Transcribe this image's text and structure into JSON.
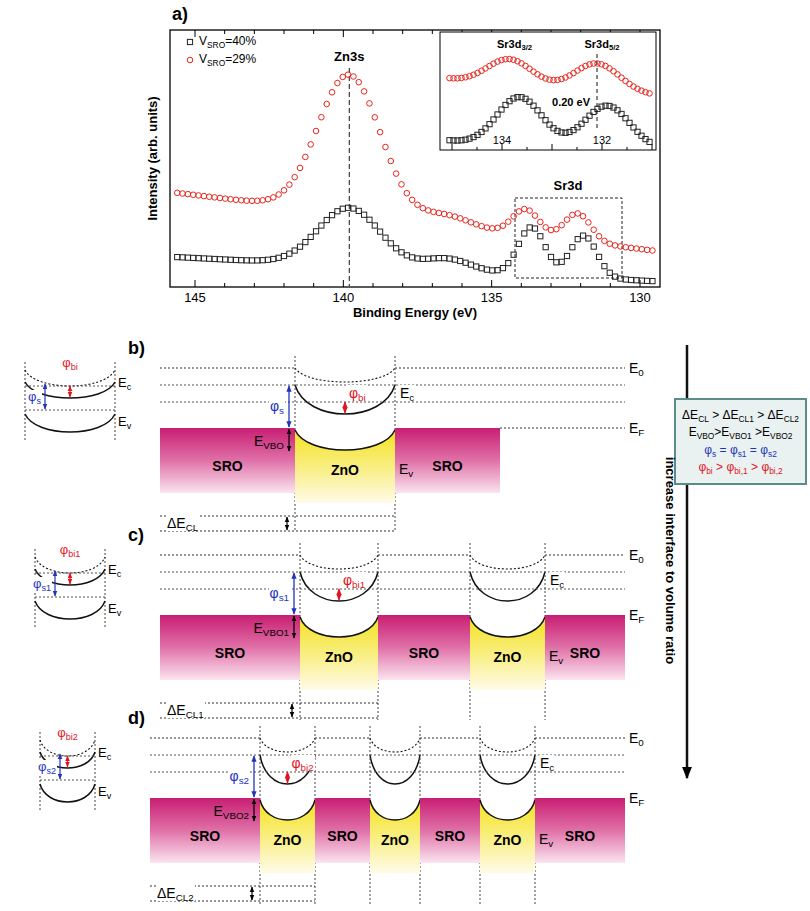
{
  "diagram": {
    "nodes": [
      {
        "text": [
          "SRO"
        ]
      },
      {
        "text": [
          "ZnO"
        ]
      },
      {
        "text": [
          "SRO"
        ]
      },
      {
        "text": [
          "SRO"
        ]
      },
      {
        "text": [
          "ZnO"
        ]
      },
      {
        "text": [
          "SRO"
        ]
      },
      {
        "text": [
          "ZnO"
        ]
      },
      {
        "text": [
          "SRO"
        ]
      },
      {
        "text": [
          "SRO"
        ]
      },
      {
        "text": [
          "ZnO"
        ]
      },
      {
        "text": [
          "SRO"
        ]
      },
      {
        "text": [
          "ZnO"
        ]
      },
      {
        "text": [
          "SRO"
        ]
      },
      {
        "text": [
          "ZnO"
        ]
      },
      {
        "text": [
          "SRO"
        ]
      },
      {
        "text": [
          "ΔECL > ΔECL1 > ΔECL2",
          "EVBO>EVBO1 >EVBO2",
          "φs = φs1 = φs2",
          "φbi > φbi,1 > φbi,2"
        ]
      }
    ],
    "labels": [
      "a)",
      "Intensity (arb. units)",
      "Binding Energy (eV)",
      "145",
      "140",
      "135",
      "130",
      "Zn3s",
      "Sr3d",
      "Sr3d3/2",
      "Sr3d5/2",
      "0.20 eV",
      "134",
      "132",
      "b)",
      "φs",
      "φbi",
      "Ec",
      "Ev",
      "E0",
      "φs",
      "φbi",
      "Ec",
      "EF",
      "EVBO",
      "Ev",
      "ΔECL",
      "c)",
      "φs1",
      "φbi1",
      "Ec",
      "Ev",
      "E0",
      "φs1",
      "φbi1",
      "Ec",
      "EF",
      "EVBO1",
      "Ev",
      "ΔECL1",
      "d)",
      "φs2",
      "φbi2",
      "Ec",
      "Ev",
      "E0",
      "φs2",
      "φbi2",
      "Ec",
      "EF",
      "EVBO2",
      "Ev",
      "ΔECL2",
      "increase interface to volume ratio"
    ],
    "legend": [
      {
        "text": "VSRO=40%"
      },
      {
        "text": "VSRO=29%"
      }
    ]
  }
}
